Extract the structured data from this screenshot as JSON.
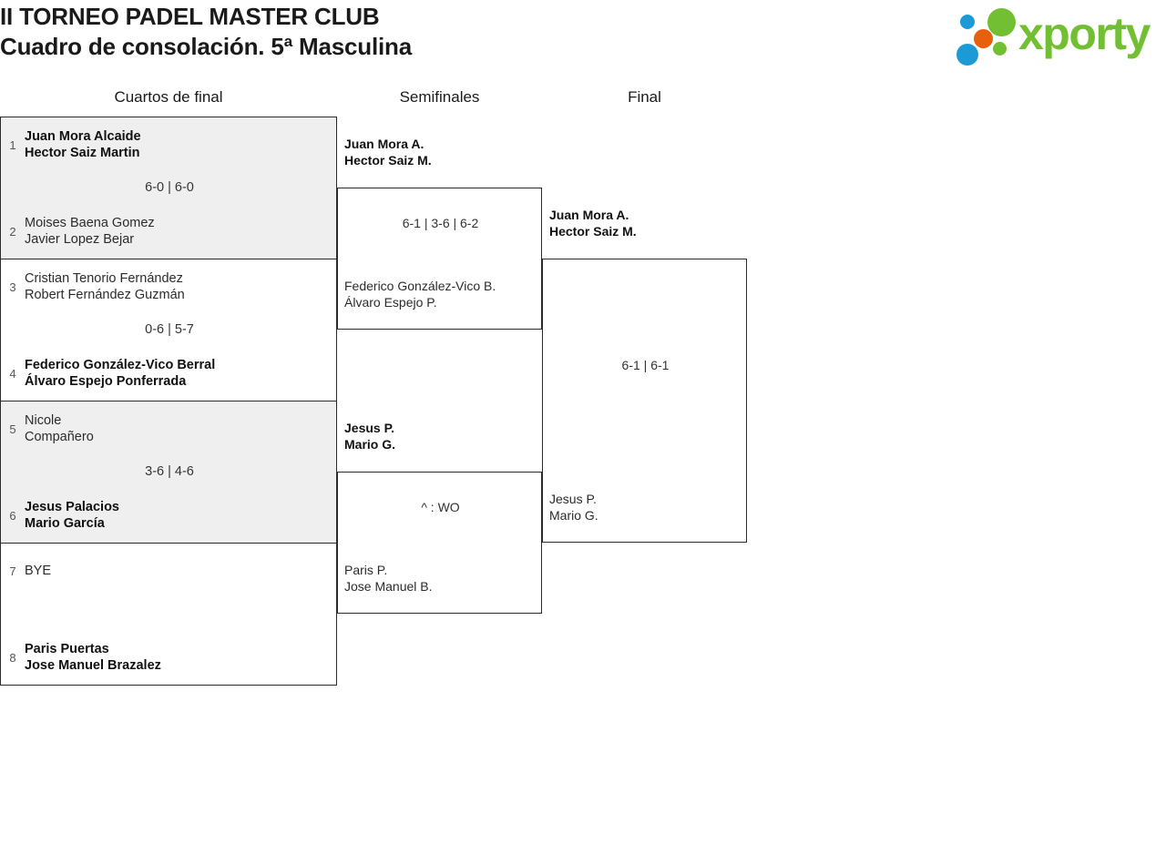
{
  "header": {
    "title_line1": "II TORNEO PADEL MASTER CLUB",
    "title_line2": "Cuadro de consolación. 5ª Masculina"
  },
  "logo": {
    "wordmark": "xporty",
    "colors": {
      "green": "#72bf34",
      "blue": "#1b9ad6",
      "orange": "#e8600c"
    }
  },
  "colors": {
    "shaded_row": "#efefef",
    "border": "#2b2b2b",
    "text": "#2b2b2b"
  },
  "rounds": [
    {
      "label": "Cuartos de final"
    },
    {
      "label": "Semifinales"
    },
    {
      "label": "Final"
    }
  ],
  "round1": {
    "matches": [
      {
        "shaded": true,
        "score": "6-0 | 6-0",
        "top": {
          "seed": "1",
          "player1": "Juan Mora Alcaide",
          "player2": "Hector Saiz Martin",
          "winner": true
        },
        "bottom": {
          "seed": "2",
          "player1": "Moises Baena Gomez",
          "player2": "Javier Lopez Bejar",
          "winner": false
        }
      },
      {
        "shaded": false,
        "score": "0-6 | 5-7",
        "top": {
          "seed": "3",
          "player1": "Cristian Tenorio Fernández",
          "player2": "Robert Fernández Guzmán",
          "winner": false
        },
        "bottom": {
          "seed": "4",
          "player1": "Federico González-Vico Berral",
          "player2": "Álvaro Espejo Ponferrada",
          "winner": true
        }
      },
      {
        "shaded": true,
        "score": "3-6 | 4-6",
        "top": {
          "seed": "5",
          "player1": "Nicole",
          "player2": "Compañero",
          "winner": false
        },
        "bottom": {
          "seed": "6",
          "player1": "Jesus Palacios",
          "player2": "Mario García",
          "winner": true
        }
      },
      {
        "shaded": false,
        "score": "",
        "top": {
          "seed": "7",
          "player1": "BYE",
          "player2": "",
          "winner": false
        },
        "bottom": {
          "seed": "8",
          "player1": "Paris Puertas",
          "player2": "Jose Manuel Brazalez",
          "winner": true
        }
      }
    ]
  },
  "round2": {
    "matches": [
      {
        "score": "6-1 | 3-6 | 6-2",
        "top": {
          "player1": "Juan Mora A.",
          "player2": "Hector Saiz M.",
          "winner": true
        },
        "bottom": {
          "player1": "Federico González-Vico B.",
          "player2": "Álvaro Espejo P.",
          "winner": false
        }
      },
      {
        "score": "^ : WO",
        "top": {
          "player1": "Jesus P.",
          "player2": "Mario G.",
          "winner": true
        },
        "bottom": {
          "player1": "Paris P.",
          "player2": "Jose Manuel B.",
          "winner": false
        }
      }
    ]
  },
  "round3": {
    "matches": [
      {
        "score": "6-1 | 6-1",
        "top": {
          "player1": "Juan Mora A.",
          "player2": "Hector Saiz M.",
          "winner": true
        },
        "bottom": {
          "player1": "Jesus P.",
          "player2": "Mario G.",
          "winner": false
        }
      }
    ]
  }
}
